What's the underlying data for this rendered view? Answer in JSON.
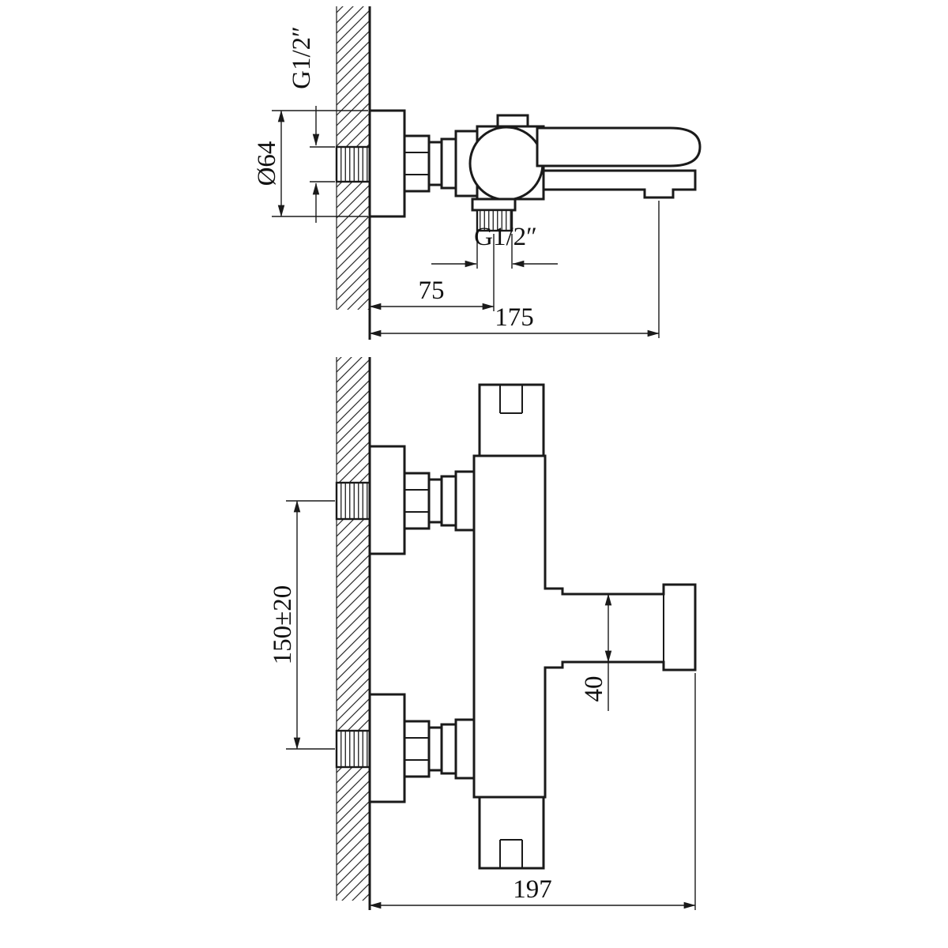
{
  "drawing": {
    "ink_color": "#1a1a1a",
    "background_color": "#ffffff",
    "top_view": {
      "wall_thread_label": "G1/2″",
      "flange_diameter_label": "Ø64",
      "outlet_thread_label": "G1/2″",
      "wall_to_outlet_dim": "75",
      "wall_to_spout_dim": "175"
    },
    "front_view": {
      "pipe_spacing_dim": "150±20",
      "spout_height_dim": "40",
      "overall_depth_dim": "197"
    }
  }
}
